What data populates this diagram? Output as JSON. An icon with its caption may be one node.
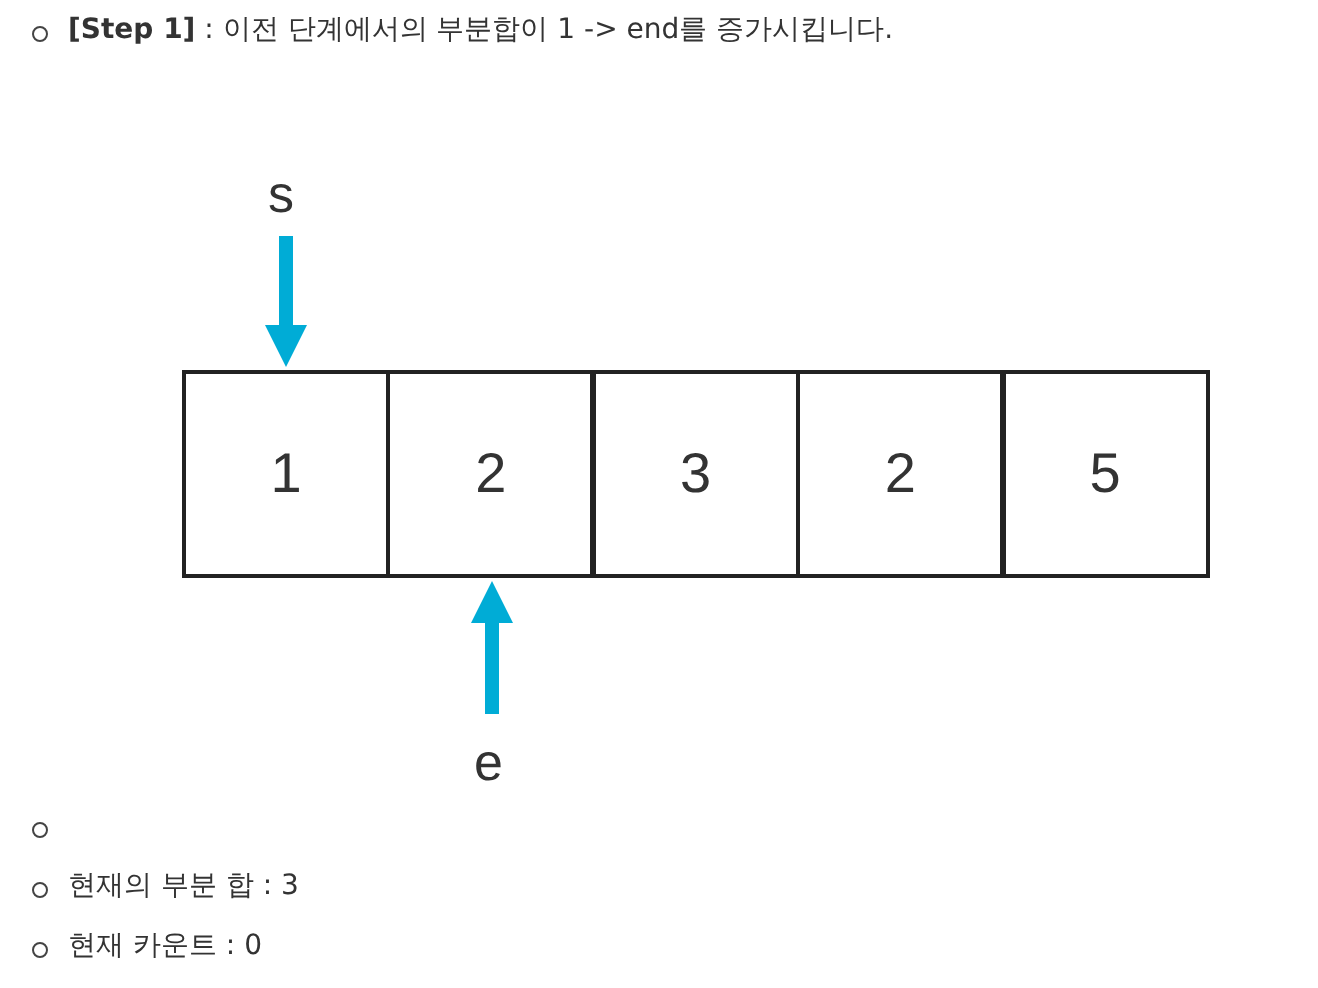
{
  "diagram": {
    "nodes": [
      {
        "text": [
          "s"
        ]
      },
      {
        "text": [
          "1"
        ]
      },
      {
        "text": [
          "2"
        ]
      },
      {
        "text": [
          "3"
        ]
      },
      {
        "text": [
          "2"
        ]
      },
      {
        "text": [
          "5"
        ]
      },
      {
        "text": [
          "e"
        ]
      }
    ],
    "edges": [
      {
        "from": 0,
        "to": 1,
        "arrow": "to"
      },
      {
        "from": 6,
        "to": 2,
        "arrow": "to"
      }
    ],
    "labels": [
      "**[Step 1]** : 이전 단계에서의 부분합이 1 -> end를 증가시킵니다.",
      "현재의 부분 합 : 3",
      "현재 카운트 : 0"
    ]
  }
}
